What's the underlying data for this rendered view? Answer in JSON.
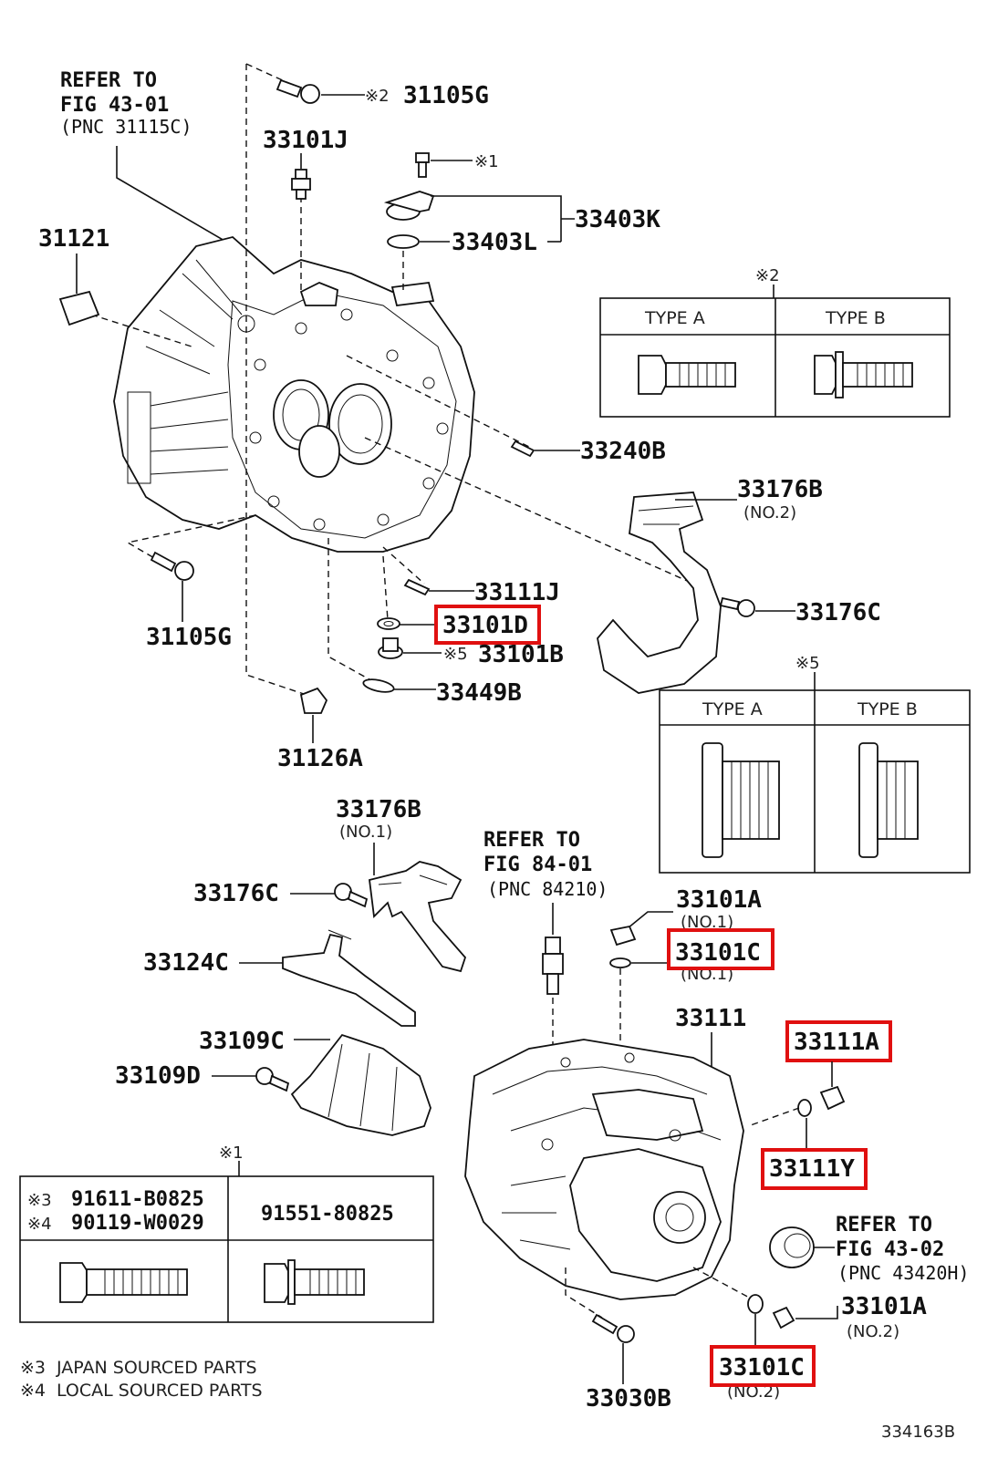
{
  "diagram": {
    "drawing_number": "334163B",
    "refer_notes": [
      {
        "line1": "REFER TO",
        "line2": "FIG 43-01",
        "line3": "(PNC 31115C)"
      },
      {
        "line1": "REFER TO",
        "line2": "FIG 84-01",
        "line3": "(PNC 84210)"
      },
      {
        "line1": "REFER TO",
        "line2": "FIG 43-02",
        "line3": "(PNC 43420H)"
      }
    ],
    "labels": [
      {
        "id": "31105G-top",
        "text": "31105G",
        "mark": "※2"
      },
      {
        "id": "33101J",
        "text": "33101J"
      },
      {
        "id": "s1-top",
        "text": "",
        "mark": "※1"
      },
      {
        "id": "33403K",
        "text": "33403K"
      },
      {
        "id": "33403L",
        "text": "33403L"
      },
      {
        "id": "31121",
        "text": "31121"
      },
      {
        "id": "33240B",
        "text": "33240B"
      },
      {
        "id": "33176B-2",
        "text": "33176B",
        "sub": "(NO.2)"
      },
      {
        "id": "33111J",
        "text": "33111J"
      },
      {
        "id": "33176C-top",
        "text": "33176C"
      },
      {
        "id": "31105G-bot",
        "text": "31105G"
      },
      {
        "id": "33101D",
        "text": "33101D",
        "highlighted": true
      },
      {
        "id": "33101B",
        "text": "33101B",
        "mark": "※5"
      },
      {
        "id": "33449B",
        "text": "33449B"
      },
      {
        "id": "31126A",
        "text": "31126A"
      },
      {
        "id": "33176B-1",
        "text": "33176B",
        "sub": "(NO.1)"
      },
      {
        "id": "33176C-bot",
        "text": "33176C"
      },
      {
        "id": "33124C",
        "text": "33124C"
      },
      {
        "id": "33109C",
        "text": "33109C"
      },
      {
        "id": "33109D",
        "text": "33109D"
      },
      {
        "id": "33101A-1",
        "text": "33101A",
        "sub": "(NO.1)"
      },
      {
        "id": "33101C-1",
        "text": "33101C",
        "sub": "(NO.1)",
        "highlighted": true
      },
      {
        "id": "33111",
        "text": "33111"
      },
      {
        "id": "33111A",
        "text": "33111A",
        "highlighted": true
      },
      {
        "id": "33111Y",
        "text": "33111Y",
        "highlighted": true
      },
      {
        "id": "33101A-2",
        "text": "33101A",
        "sub": "(NO.2)"
      },
      {
        "id": "33101C-2",
        "text": "33101C",
        "sub": "(NO.2)",
        "highlighted": true
      },
      {
        "id": "33030B",
        "text": "33030B"
      }
    ],
    "type_table_2": {
      "mark": "※2",
      "col_a": "TYPE A",
      "col_b": "TYPE B"
    },
    "type_table_5": {
      "mark": "※5",
      "col_a": "TYPE A",
      "col_b": "TYPE B"
    },
    "bolt_table_1": {
      "mark": "※1",
      "row1_mark": "※3",
      "row1_part": "91611-B0825",
      "row2_mark": "※4",
      "row2_part": "90119-W0029",
      "col_b_part": "91551-80825"
    },
    "footnotes": [
      {
        "mark": "※3",
        "text": "JAPAN SOURCED PARTS"
      },
      {
        "mark": "※4",
        "text": "LOCAL SOURCED PARTS"
      }
    ],
    "highlight_color": "#e01010"
  }
}
